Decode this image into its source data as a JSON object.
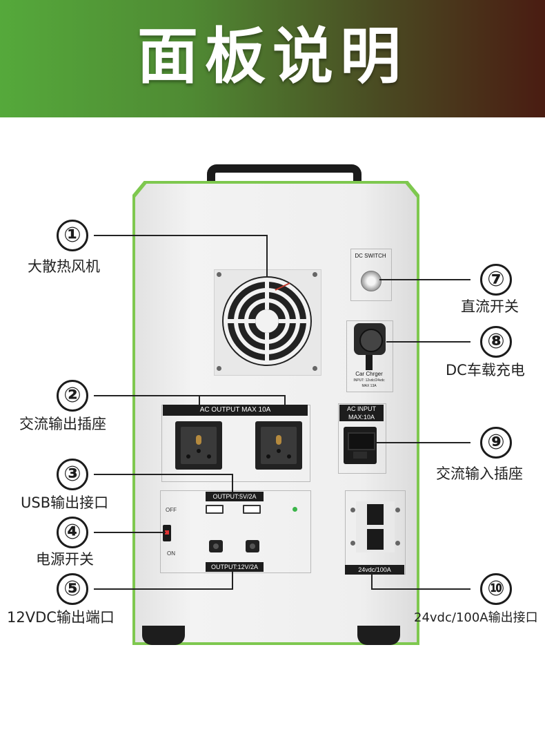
{
  "header": {
    "title": "面板说明"
  },
  "device": {
    "ac_output_label": "AC  OUTPUT  MAX 10A",
    "usb_output_label": "OUTPUT:5V/2A",
    "dc_output_label": "OUTPUT:12V/2A",
    "dc_switch_label": "DC SWITCH",
    "car_charger_label": "Car  Chrger",
    "car_charger_spec_1": "INPUT: 12vdc/24vdc",
    "car_charger_spec_2": "MAX 13A",
    "ac_input_label_1": "AC INPUT",
    "ac_input_label_2": "MAX:10A",
    "anderson_label": "24vdc/100A",
    "switch_off": "OFF",
    "switch_on": "ON"
  },
  "callouts": [
    {
      "number": "①",
      "label": "大散热风机"
    },
    {
      "number": "②",
      "label": "交流输出插座"
    },
    {
      "number": "③",
      "label": "USB输出接口"
    },
    {
      "number": "④",
      "label": "电源开关"
    },
    {
      "number": "⑤",
      "label": "12VDC输出端口"
    },
    {
      "number": "⑦",
      "label": "直流开关"
    },
    {
      "number": "⑧",
      "label": "DC车载充电"
    },
    {
      "number": "⑨",
      "label": "交流输入插座"
    },
    {
      "number": "⑩",
      "label": "24vdc/100A输出接口"
    }
  ],
  "colors": {
    "accent_green": "#7ec84f",
    "header_left": "#55a93b",
    "header_right": "#4a1c12"
  }
}
